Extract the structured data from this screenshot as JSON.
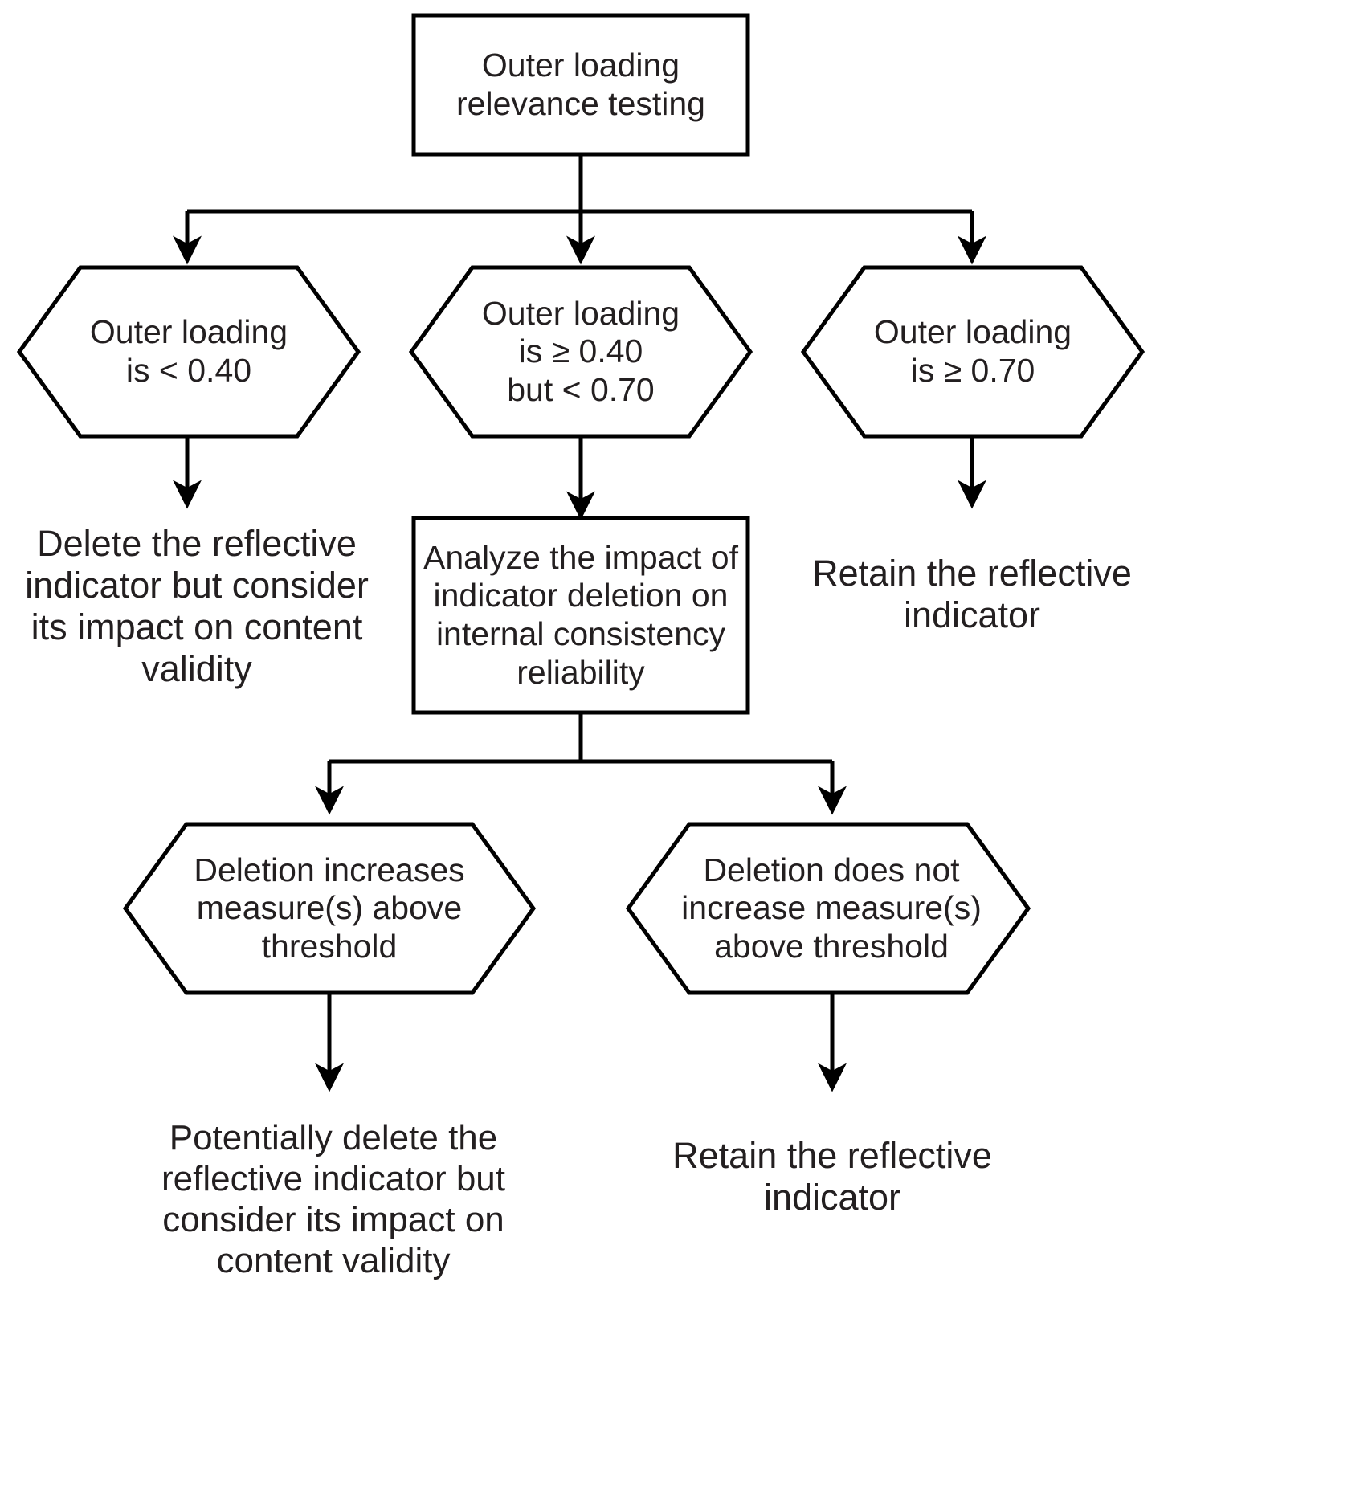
{
  "diagram": {
    "title": "Outer loading relevance testing decision flowchart",
    "colors": {
      "stroke": "#000000",
      "text": "#231f20",
      "background": "#ffffff"
    },
    "nodes": {
      "root": {
        "shape": "process",
        "label": "Outer loading\nrelevance testing"
      },
      "branch_low": {
        "shape": "decision",
        "label": "Outer loading\nis < 0.40"
      },
      "branch_mid": {
        "shape": "decision",
        "label": "Outer loading\nis ≥ 0.40\nbut < 0.70"
      },
      "branch_high": {
        "shape": "decision",
        "label": "Outer loading\nis ≥ 0.70"
      },
      "outcome_low": {
        "shape": "plain",
        "label": "Delete the reflective\nindicator but consider\nits impact on content\nvalidity"
      },
      "analyze": {
        "shape": "process",
        "label": "Analyze the impact of\nindicator deletion on\ninternal consistency\nreliability"
      },
      "outcome_high": {
        "shape": "plain",
        "label": "Retain the reflective\nindicator"
      },
      "increase_yes": {
        "shape": "decision",
        "label": "Deletion increases\nmeasure(s) above\nthreshold"
      },
      "increase_no": {
        "shape": "decision",
        "label": "Deletion does not\nincrease measure(s)\nabove threshold"
      },
      "outcome_delete": {
        "shape": "plain",
        "label": "Potentially delete the\nreflective indicator but\nconsider its impact on\ncontent validity"
      },
      "outcome_retain": {
        "shape": "plain",
        "label": "Retain the reflective\nindicator"
      }
    },
    "edges": [
      {
        "from": "root",
        "to": "branch_low"
      },
      {
        "from": "root",
        "to": "branch_mid"
      },
      {
        "from": "root",
        "to": "branch_high"
      },
      {
        "from": "branch_low",
        "to": "outcome_low"
      },
      {
        "from": "branch_mid",
        "to": "analyze"
      },
      {
        "from": "branch_high",
        "to": "outcome_high"
      },
      {
        "from": "analyze",
        "to": "increase_yes"
      },
      {
        "from": "analyze",
        "to": "increase_no"
      },
      {
        "from": "increase_yes",
        "to": "outcome_delete"
      },
      {
        "from": "increase_no",
        "to": "outcome_retain"
      }
    ]
  }
}
